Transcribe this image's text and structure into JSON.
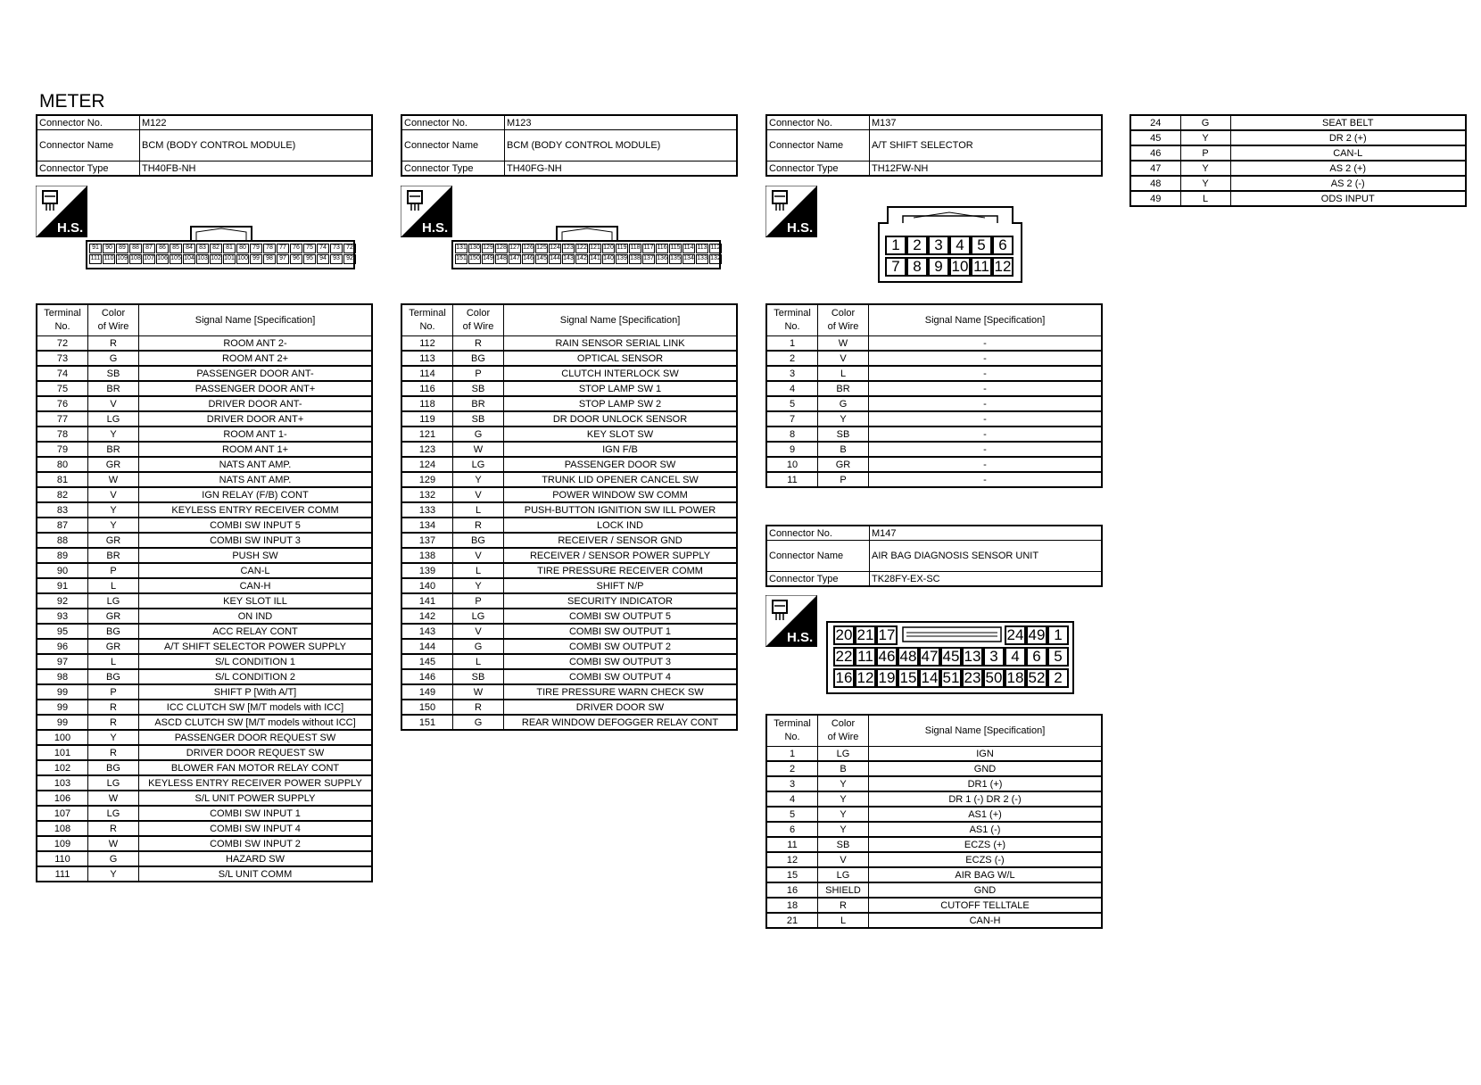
{
  "page_title": "METER",
  "labels": {
    "connector_no": "Connector No.",
    "connector_name": "Connector Name",
    "connector_type": "Connector Type",
    "terminal_no": "Terminal\nNo.",
    "color_of_wire": "Color\nof Wire",
    "signal_name": "Signal Name [Specification]",
    "hs": "H.S."
  },
  "connectors": {
    "m122": {
      "no": "M122",
      "name": "BCM (BODY CONTROL MODULE)",
      "type": "TH40FB-NH",
      "pins_top": [
        "91",
        "90",
        "89",
        "88",
        "87",
        "86",
        "85",
        "84",
        "83",
        "82",
        "81",
        "80",
        "79",
        "78",
        "77",
        "76",
        "75",
        "74",
        "73",
        "72"
      ],
      "pins_bottom": [
        "111",
        "110",
        "109",
        "108",
        "107",
        "106",
        "105",
        "104",
        "103",
        "102",
        "101",
        "100",
        "99",
        "98",
        "97",
        "96",
        "95",
        "94",
        "93",
        "92"
      ],
      "rows": [
        [
          "72",
          "R",
          "ROOM ANT 2-"
        ],
        [
          "73",
          "G",
          "ROOM ANT 2+"
        ],
        [
          "74",
          "SB",
          "PASSENGER DOOR ANT-"
        ],
        [
          "75",
          "BR",
          "PASSENGER DOOR ANT+"
        ],
        [
          "76",
          "V",
          "DRIVER DOOR ANT-"
        ],
        [
          "77",
          "LG",
          "DRIVER DOOR ANT+"
        ],
        [
          "78",
          "Y",
          "ROOM ANT 1-"
        ],
        [
          "79",
          "BR",
          "ROOM ANT 1+"
        ],
        [
          "80",
          "GR",
          "NATS ANT AMP."
        ],
        [
          "81",
          "W",
          "NATS ANT AMP."
        ],
        [
          "82",
          "V",
          "IGN RELAY (F/B) CONT"
        ],
        [
          "83",
          "Y",
          "KEYLESS ENTRY RECEIVER COMM"
        ],
        [
          "87",
          "Y",
          "COMBI SW INPUT 5"
        ],
        [
          "88",
          "GR",
          "COMBI SW INPUT 3"
        ],
        [
          "89",
          "BR",
          "PUSH SW"
        ],
        [
          "90",
          "P",
          "CAN-L"
        ],
        [
          "91",
          "L",
          "CAN-H"
        ],
        [
          "92",
          "LG",
          "KEY SLOT ILL"
        ],
        [
          "93",
          "GR",
          "ON IND"
        ],
        [
          "95",
          "BG",
          "ACC RELAY CONT"
        ],
        [
          "96",
          "GR",
          "A/T SHIFT SELECTOR POWER SUPPLY"
        ],
        [
          "97",
          "L",
          "S/L CONDITION 1"
        ],
        [
          "98",
          "BG",
          "S/L CONDITION 2"
        ],
        [
          "99",
          "P",
          "SHIFT P [With A/T]"
        ],
        [
          "99",
          "R",
          "ICC CLUTCH SW [M/T models with ICC]"
        ],
        [
          "99",
          "R",
          "ASCD CLUTCH SW [M/T models without ICC]"
        ],
        [
          "100",
          "Y",
          "PASSENGER DOOR REQUEST SW"
        ],
        [
          "101",
          "R",
          "DRIVER DOOR REQUEST SW"
        ],
        [
          "102",
          "BG",
          "BLOWER FAN MOTOR RELAY CONT"
        ],
        [
          "103",
          "LG",
          "KEYLESS ENTRY RECEIVER POWER SUPPLY"
        ],
        [
          "106",
          "W",
          "S/L UNIT POWER SUPPLY"
        ],
        [
          "107",
          "LG",
          "COMBI SW INPUT 1"
        ],
        [
          "108",
          "R",
          "COMBI SW INPUT 4"
        ],
        [
          "109",
          "W",
          "COMBI SW INPUT 2"
        ],
        [
          "110",
          "G",
          "HAZARD SW"
        ],
        [
          "111",
          "Y",
          "S/L UNIT COMM"
        ]
      ]
    },
    "m123": {
      "no": "M123",
      "name": "BCM (BODY CONTROL MODULE)",
      "type": "TH40FG-NH",
      "pins_top": [
        "131",
        "130",
        "129",
        "128",
        "127",
        "126",
        "125",
        "124",
        "123",
        "122",
        "121",
        "120",
        "119",
        "118",
        "117",
        "116",
        "115",
        "114",
        "113",
        "112"
      ],
      "pins_bottom": [
        "151",
        "150",
        "149",
        "148",
        "147",
        "146",
        "145",
        "144",
        "143",
        "142",
        "141",
        "140",
        "139",
        "138",
        "137",
        "136",
        "135",
        "134",
        "133",
        "132"
      ],
      "rows": [
        [
          "112",
          "R",
          "RAIN SENSOR SERIAL LINK"
        ],
        [
          "113",
          "BG",
          "OPTICAL SENSOR"
        ],
        [
          "114",
          "P",
          "CLUTCH INTERLOCK SW"
        ],
        [
          "116",
          "SB",
          "STOP LAMP SW 1"
        ],
        [
          "118",
          "BR",
          "STOP LAMP SW 2"
        ],
        [
          "119",
          "SB",
          "DR DOOR UNLOCK SENSOR"
        ],
        [
          "121",
          "G",
          "KEY SLOT SW"
        ],
        [
          "123",
          "W",
          "IGN F/B"
        ],
        [
          "124",
          "LG",
          "PASSENGER DOOR SW"
        ],
        [
          "129",
          "Y",
          "TRUNK LID OPENER CANCEL SW"
        ],
        [
          "132",
          "V",
          "POWER WINDOW SW COMM"
        ],
        [
          "133",
          "L",
          "PUSH-BUTTON IGNITION SW ILL POWER"
        ],
        [
          "134",
          "R",
          "LOCK IND"
        ],
        [
          "137",
          "BG",
          "RECEIVER / SENSOR GND"
        ],
        [
          "138",
          "V",
          "RECEIVER / SENSOR POWER SUPPLY"
        ],
        [
          "139",
          "L",
          "TIRE PRESSURE RECEIVER COMM"
        ],
        [
          "140",
          "Y",
          "SHIFT N/P"
        ],
        [
          "141",
          "P",
          "SECURITY INDICATOR"
        ],
        [
          "142",
          "LG",
          "COMBI SW OUTPUT 5"
        ],
        [
          "143",
          "V",
          "COMBI SW OUTPUT 1"
        ],
        [
          "144",
          "G",
          "COMBI SW OUTPUT 2"
        ],
        [
          "145",
          "L",
          "COMBI SW OUTPUT 3"
        ],
        [
          "146",
          "SB",
          "COMBI SW OUTPUT 4"
        ],
        [
          "149",
          "W",
          "TIRE PRESSURE WARN CHECK SW"
        ],
        [
          "150",
          "R",
          "DRIVER DOOR SW"
        ],
        [
          "151",
          "G",
          "REAR WINDOW DEFOGGER RELAY CONT"
        ]
      ]
    },
    "m137": {
      "no": "M137",
      "name": "A/T SHIFT SELECTOR",
      "type": "TH12FW-NH",
      "pins_top": [
        "1",
        "2",
        "3",
        "4",
        "5",
        "6"
      ],
      "pins_bottom": [
        "7",
        "8",
        "9",
        "10",
        "11",
        "12"
      ],
      "rows": [
        [
          "1",
          "W",
          "-"
        ],
        [
          "2",
          "V",
          "-"
        ],
        [
          "3",
          "L",
          "-"
        ],
        [
          "4",
          "BR",
          "-"
        ],
        [
          "5",
          "G",
          "-"
        ],
        [
          "7",
          "Y",
          "-"
        ],
        [
          "8",
          "SB",
          "-"
        ],
        [
          "9",
          "B",
          "-"
        ],
        [
          "10",
          "GR",
          "-"
        ],
        [
          "11",
          "P",
          "-"
        ]
      ]
    },
    "m147": {
      "no": "M147",
      "name": "AIR BAG DIAGNOSIS SENSOR UNIT",
      "type": "TK28FY-EX-SC",
      "pins_row1": [
        "20",
        "21",
        "17",
        "24",
        "49",
        "1"
      ],
      "pins_row2": [
        "22",
        "11",
        "46",
        "48",
        "47",
        "45",
        "13",
        "3",
        "4",
        "6",
        "5"
      ],
      "pins_row3": [
        "16",
        "12",
        "19",
        "15",
        "14",
        "51",
        "23",
        "50",
        "18",
        "52",
        "2"
      ],
      "rows": [
        [
          "1",
          "LG",
          "IGN"
        ],
        [
          "2",
          "B",
          "GND"
        ],
        [
          "3",
          "Y",
          "DR1 (+)"
        ],
        [
          "4",
          "Y",
          "DR 1 (-) DR 2 (-)"
        ],
        [
          "5",
          "Y",
          "AS1 (+)"
        ],
        [
          "6",
          "Y",
          "AS1 (-)"
        ],
        [
          "11",
          "SB",
          "ECZS (+)"
        ],
        [
          "12",
          "V",
          "ECZS (-)"
        ],
        [
          "15",
          "LG",
          "AIR BAG W/L"
        ],
        [
          "16",
          "SHIELD",
          "GND"
        ],
        [
          "18",
          "R",
          "CUTOFF TELLTALE"
        ],
        [
          "21",
          "L",
          "CAN-H"
        ]
      ],
      "rows_cont": [
        [
          "24",
          "G",
          "SEAT BELT"
        ],
        [
          "45",
          "Y",
          "DR 2 (+)"
        ],
        [
          "46",
          "P",
          "CAN-L"
        ],
        [
          "47",
          "Y",
          "AS 2 (+)"
        ],
        [
          "48",
          "Y",
          "AS 2 (-)"
        ],
        [
          "49",
          "L",
          "ODS INPUT"
        ]
      ]
    }
  }
}
